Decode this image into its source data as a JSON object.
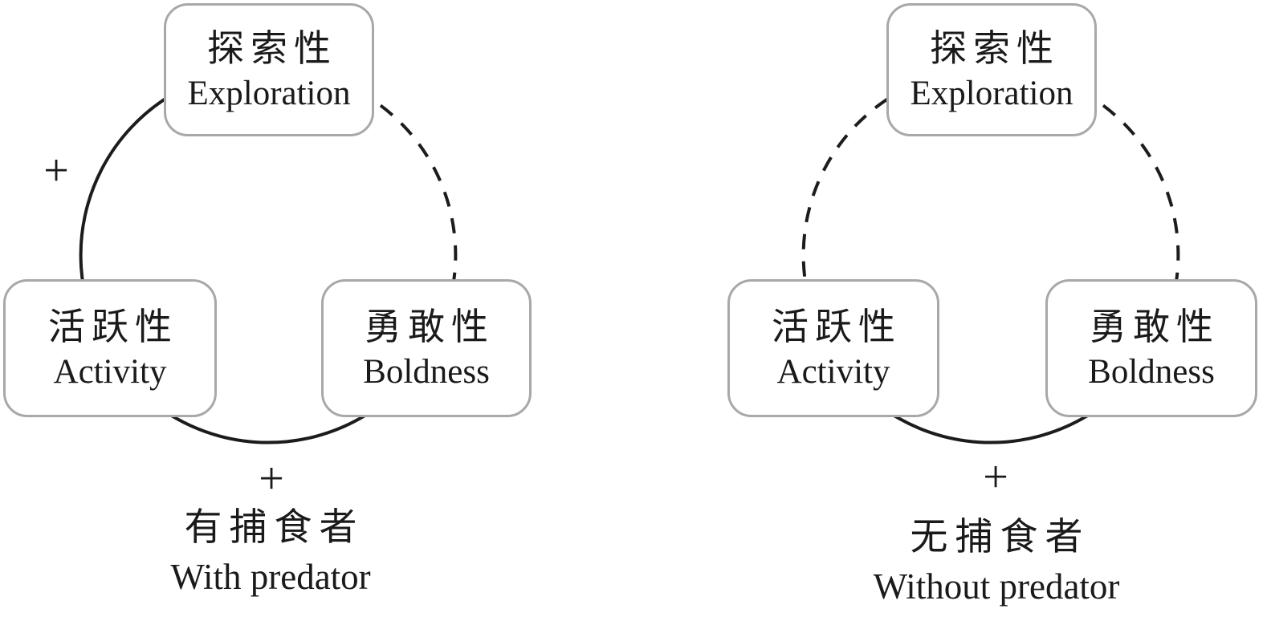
{
  "colors": {
    "line": "#1c1c1c",
    "box_border": "#a8a8a8",
    "text": "#1a1a1a",
    "background": "#ffffff"
  },
  "diagrams": [
    {
      "id": "with-predator",
      "caption_zh": "有捕食者",
      "caption_en": "With predator",
      "nodes": {
        "exploration": {
          "zh": "探索性",
          "en": "Exploration"
        },
        "activity": {
          "zh": "活跃性",
          "en": "Activity"
        },
        "boldness": {
          "zh": "勇敢性",
          "en": "Boldness"
        }
      },
      "edges": [
        {
          "from": "exploration",
          "to": "activity",
          "style": "solid",
          "label": "+"
        },
        {
          "from": "exploration",
          "to": "boldness",
          "style": "dashed",
          "label": ""
        },
        {
          "from": "activity",
          "to": "boldness",
          "style": "solid",
          "label": "+"
        }
      ]
    },
    {
      "id": "without-predator",
      "caption_zh": "无捕食者",
      "caption_en": "Without predator",
      "nodes": {
        "exploration": {
          "zh": "探索性",
          "en": "Exploration"
        },
        "activity": {
          "zh": "活跃性",
          "en": "Activity"
        },
        "boldness": {
          "zh": "勇敢性",
          "en": "Boldness"
        }
      },
      "edges": [
        {
          "from": "exploration",
          "to": "activity",
          "style": "dashed",
          "label": ""
        },
        {
          "from": "exploration",
          "to": "boldness",
          "style": "dashed",
          "label": ""
        },
        {
          "from": "activity",
          "to": "boldness",
          "style": "solid",
          "label": "+"
        }
      ]
    }
  ]
}
